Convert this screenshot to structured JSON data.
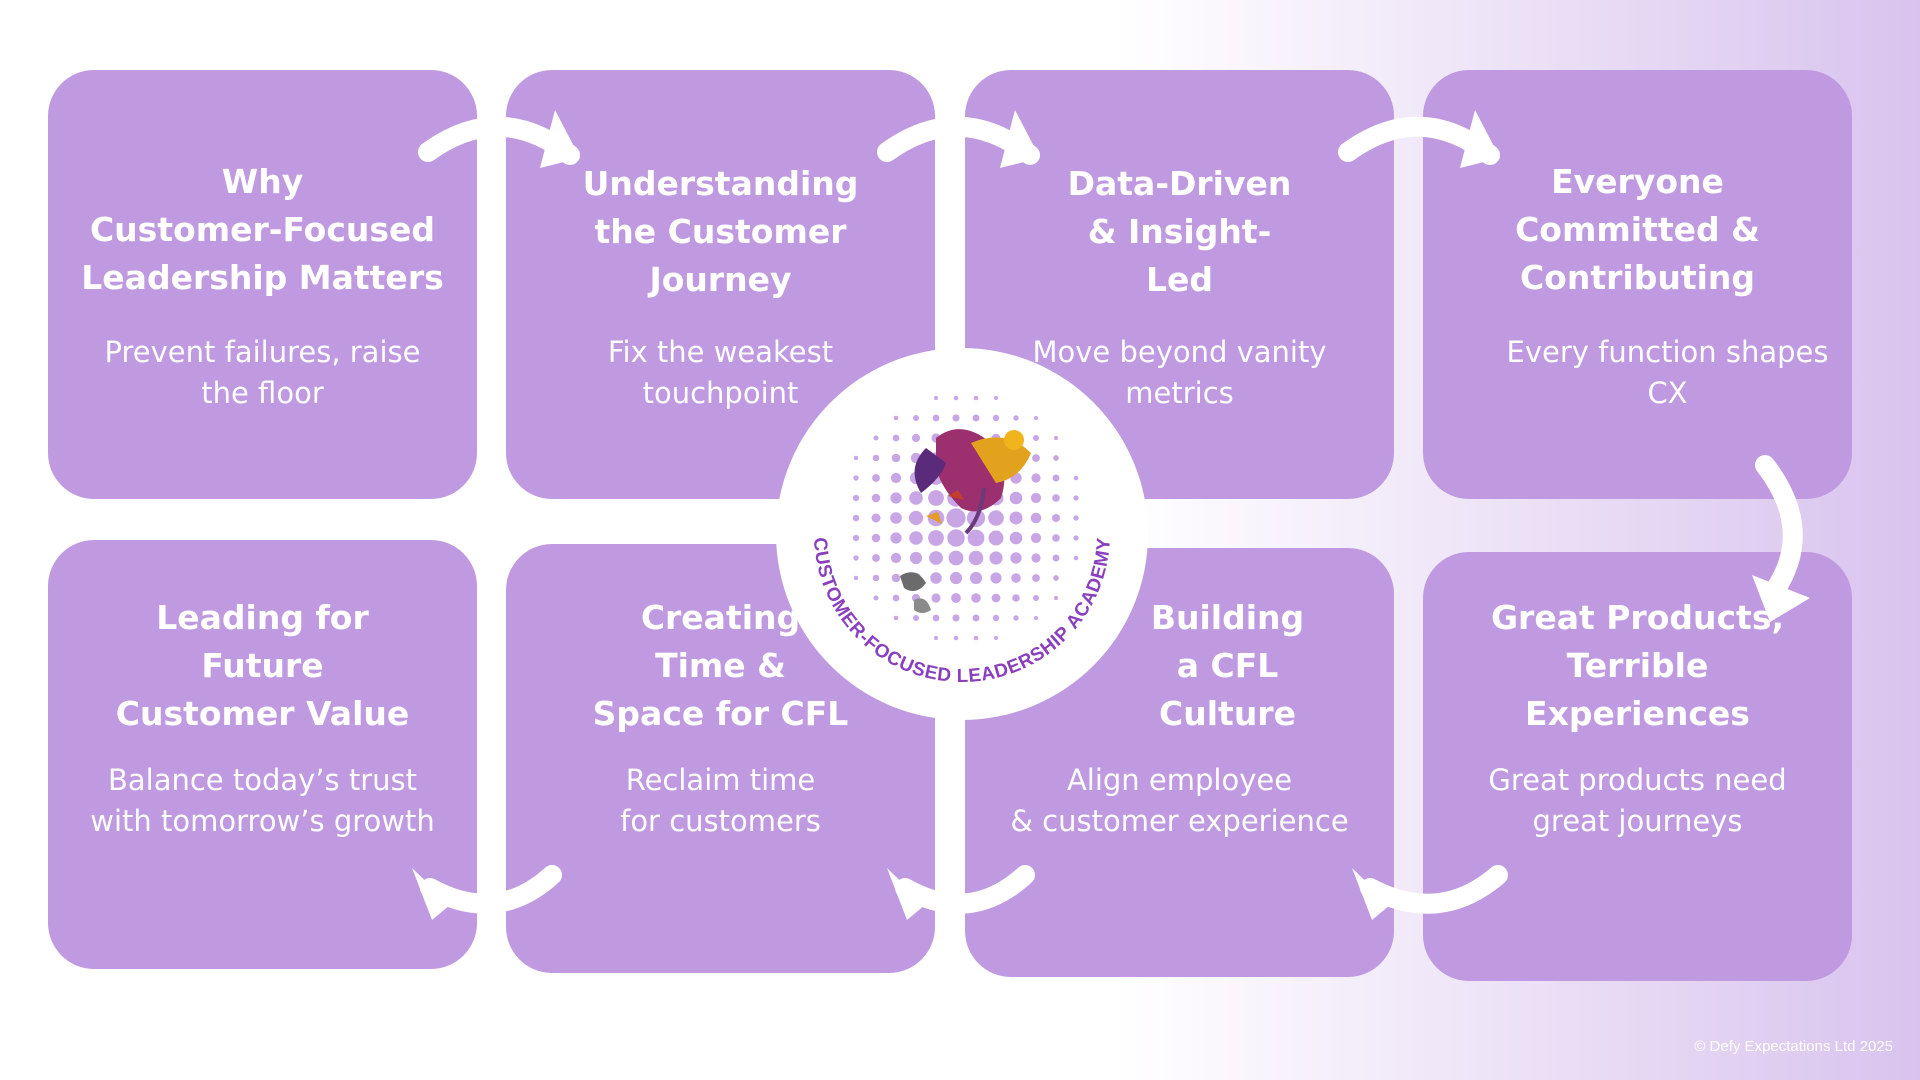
{
  "colors": {
    "card": "#bf9ae0",
    "arrow": "#ffffff",
    "emblem_text": "#8a3fbf",
    "dots": "#c8a6e6"
  },
  "cards": [
    {
      "title": "Why\nCustomer-Focused\nLeadership Matters",
      "desc": "Prevent failures, raise\nthe floor"
    },
    {
      "title": "Understanding\nthe Customer\nJourney",
      "desc": "Fix the weakest\ntouchpoint"
    },
    {
      "title": "Data-Driven\n& Insight-\nLed",
      "desc": "Move beyond vanity\nmetrics"
    },
    {
      "title": "Everyone\nCommitted &\nContributing",
      "desc": "Every function shapes\nCX"
    },
    {
      "title": "Great Products,\nTerrible\nExperiences",
      "desc": "Great products need\ngreat journeys"
    },
    {
      "title": "Building\na CFL\nCulture",
      "desc": "Align employee\n& customer experience"
    },
    {
      "title": "Creating\nTime &\nSpace for CFL",
      "desc": "Reclaim time\nfor customers"
    },
    {
      "title": "Leading for\nFuture\nCustomer Value",
      "desc": "Balance today’s trust\nwith tomorrow’s growth"
    }
  ],
  "emblem": {
    "ring_text": "CUSTOMER-FOCUSED LEADERSHIP ACADEMY"
  },
  "footer": {
    "copyright": "© Defy Expectations Ltd 2025"
  }
}
